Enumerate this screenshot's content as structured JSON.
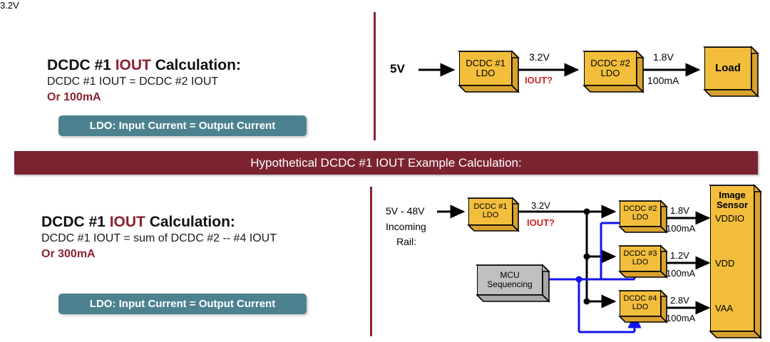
{
  "banner": {
    "text": "Hypothetical DCDC #1 IOUT Example Calculation:",
    "bg_color": "#7B2430",
    "text_color": "#FFFFFF"
  },
  "colors": {
    "dark_red": "#8B2332",
    "bright_red": "#CC2222",
    "teal": "#4C828F",
    "gold": "#F2BE3C",
    "gold_shade": "#D9A22F",
    "gray": "#C0C0C0",
    "gray_shade": "#A8A8A8",
    "blue_wire": "#1414EE",
    "black_wire": "#000000"
  },
  "top_section": {
    "headline_pre": "DCDC #1 ",
    "headline_hl": "IOUT",
    "headline_post": " Calculation:",
    "subline": "DCDC #1 IOUT = DCDC #2 IOUT",
    "orline": "Or 100mA",
    "pill_label": "LDO: Input Current = Output Current",
    "diagram": {
      "input_label": "5V",
      "blocks": [
        {
          "line1": "DCDC #1",
          "line2": "LDO"
        },
        {
          "line1": "DCDC #2",
          "line2": "LDO"
        }
      ],
      "load_label": "Load",
      "wire1_voltage": "3.2V",
      "wire1_current": "IOUT?",
      "wire2_voltage": "1.8V",
      "wire2_current": "100mA"
    }
  },
  "bottom_section": {
    "headline_pre": "DCDC #1 ",
    "headline_hl": "IOUT",
    "headline_post": " Calculation:",
    "subline": "DCDC #1 IOUT = sum of DCDC #2 -- #4 IOUT",
    "orline": "Or 300mA",
    "pill_label": "LDO: Input Current = Output Current",
    "diagram": {
      "input_line1": "5V - 48V",
      "input_line2": "Incoming",
      "input_line3": "Rail:",
      "dcdc1": {
        "line1": "DCDC #1",
        "line2": "LDO"
      },
      "bus_voltage": "3.2V",
      "bus_current": "IOUT?",
      "mcu": {
        "line1": "MCU",
        "line2": "Sequencing"
      },
      "rails": [
        {
          "block_line1": "DCDC #2",
          "block_line2": "LDO",
          "voltage": "1.8V",
          "current": "100mA",
          "pin": "VDDIO"
        },
        {
          "block_line1": "DCDC #3",
          "block_line2": "LDO",
          "voltage": "1.2V",
          "current": "100mA",
          "pin": "VDD"
        },
        {
          "block_line1": "DCDC #4",
          "block_line2": "LDO",
          "voltage": "2.8V",
          "current": "100mA",
          "pin": "VAA"
        }
      ],
      "sensor": {
        "line1": "Image",
        "line2": "Sensor"
      }
    }
  }
}
